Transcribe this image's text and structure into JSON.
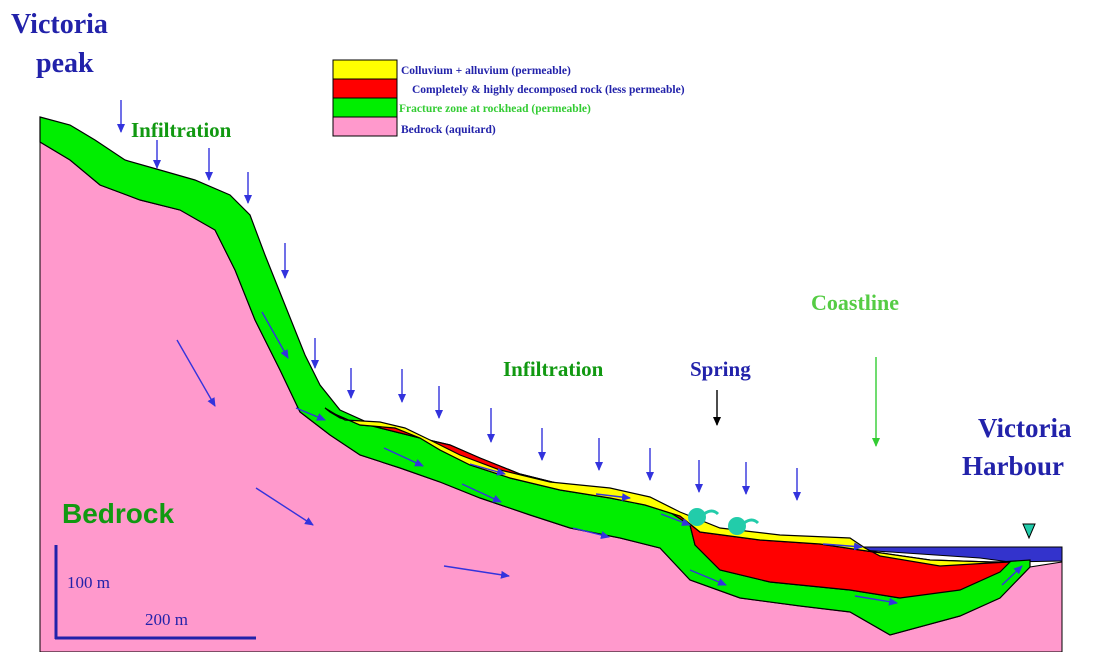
{
  "colors": {
    "colluvium": "#ffff00",
    "decomposed_rock": "#ff0000",
    "fracture_zone": "#00ee00",
    "bedrock": "#ff99cc",
    "sea": "#3333cc",
    "arrow": "#3333dd",
    "coastline_arrow": "#33cc33",
    "spring_arrow": "#000000",
    "spring_symbol": "#22ccaa",
    "green_text": "#119911",
    "blue_text": "#2222aa",
    "light_green_text": "#55cc44",
    "water_marker": "#22ccaa"
  },
  "labels": {
    "peak_line1": "Victoria",
    "peak_line2": "peak",
    "infiltration_top": "Infiltration",
    "infiltration_mid": "Infiltration",
    "spring": "Spring",
    "coastline": "Coastline",
    "harbour_line1": "Victoria",
    "harbour_line2": "Harbour",
    "bedrock": "Bedrock"
  },
  "legend": {
    "items": [
      {
        "text": "Colluvium + alluvium (permeable)",
        "color": "#ffff00",
        "text_color": "#2222aa"
      },
      {
        "text": "Completely & highly decomposed rock (less permeable)",
        "color": "#ff0000",
        "text_color": "#2222aa"
      },
      {
        "text": "Fracture zone at rockhead (permeable)",
        "color": "#00ee00",
        "text_color": "#33cc33"
      },
      {
        "text": "Bedrock (aquitard)",
        "color": "#ff99cc",
        "text_color": "#2222aa"
      }
    ]
  },
  "scale": {
    "vertical": "100 m",
    "horizontal": "200 m"
  }
}
